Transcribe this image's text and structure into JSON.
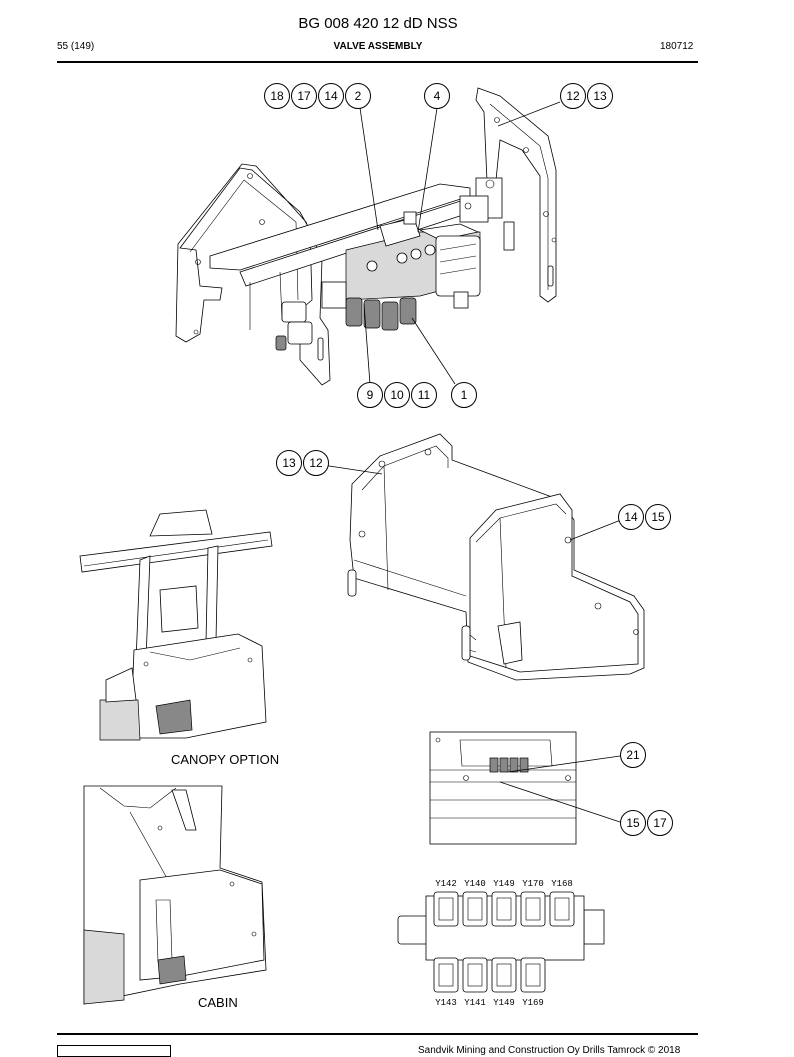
{
  "header": {
    "title": "BG 008 420 12 dD NSS",
    "page": "55 (149)",
    "section": "VALVE ASSEMBLY",
    "code": "180712"
  },
  "captions": {
    "canopy": "CANOPY OPTION",
    "cabin": "CABIN"
  },
  "callouts": {
    "b18": "18",
    "b17a": "17",
    "b14a": "14",
    "b2": "2",
    "b4": "4",
    "b12a": "12",
    "b13a": "13",
    "b9": "9",
    "b10": "10",
    "b11": "11",
    "b1": "1",
    "b13b": "13",
    "b12b": "12",
    "b14b": "14",
    "b15a": "15",
    "b21": "21",
    "b15b": "15",
    "b17b": "17"
  },
  "coil_labels": {
    "top": [
      "Y142",
      "Y140",
      "Y149",
      "Y170",
      "Y168"
    ],
    "bottom": [
      "Y143",
      "Y141",
      "Y149",
      "Y169"
    ]
  },
  "footer": {
    "copyright": "Sandvik Mining and Construction Oy Drills Tamrock © 2018"
  }
}
